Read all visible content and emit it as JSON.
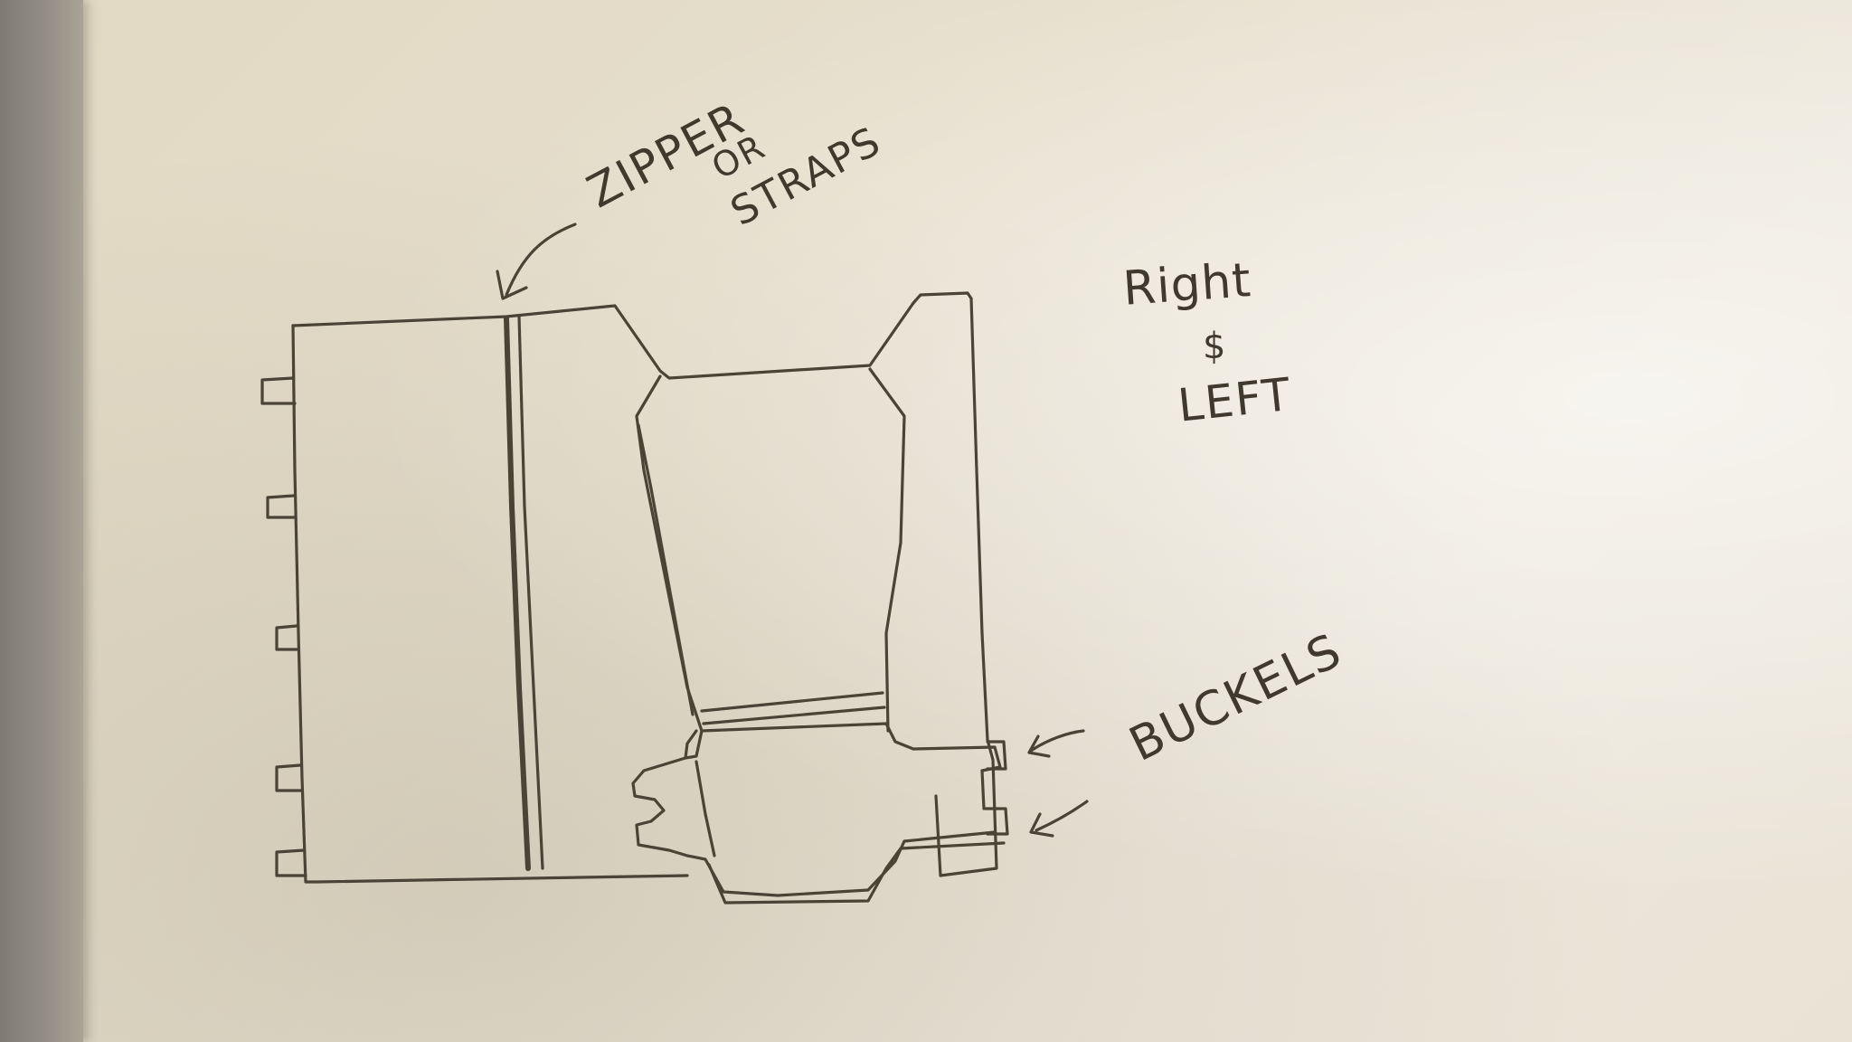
{
  "labels": {
    "zipper": "ZIPPER",
    "or": "OR",
    "straps": "STRAPS",
    "right": "Right",
    "ampersand": "$",
    "left": "LEFT",
    "buckels": "BUCKELS"
  },
  "colors": {
    "pencil": "#4a4336",
    "paper": "#e6dfcd",
    "desk": "#8c877e"
  }
}
